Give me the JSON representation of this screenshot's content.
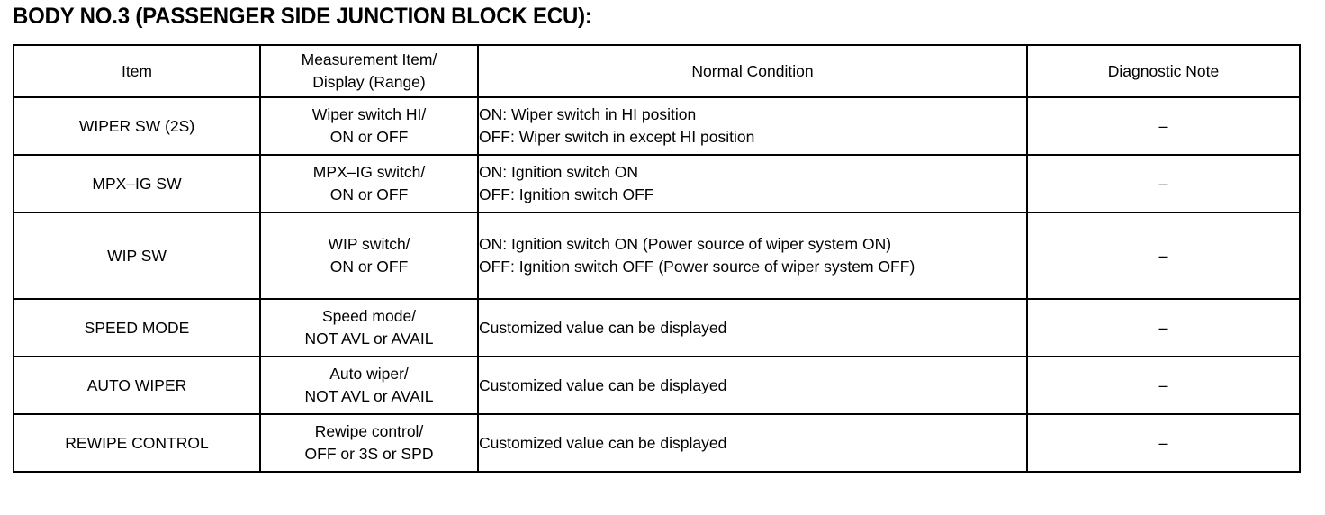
{
  "document": {
    "section_title": "BODY NO.3 (PASSENGER SIDE JUNCTION BLOCK ECU):"
  },
  "table": {
    "headers": {
      "item": "Item",
      "measurement_line1": "Measurement Item/",
      "measurement_line2": "Display (Range)",
      "normal_condition": "Normal Condition",
      "diagnostic_note": "Diagnostic Note"
    },
    "rows": [
      {
        "item": "WIPER SW (2S)",
        "measurement_line1": "Wiper switch HI/",
        "measurement_line2": "ON or OFF",
        "condition_line1": "ON: Wiper switch in HI position",
        "condition_line2": "OFF: Wiper switch in except HI position",
        "condition_line3": "",
        "note": "–"
      },
      {
        "item": "MPX–IG SW",
        "measurement_line1": "MPX–IG switch/",
        "measurement_line2": "ON or OFF",
        "condition_line1": "ON: Ignition switch ON",
        "condition_line2": "OFF: Ignition switch OFF",
        "condition_line3": "",
        "note": "–"
      },
      {
        "item": "WIP SW",
        "measurement_line1": "WIP switch/",
        "measurement_line2": "ON or OFF",
        "condition_line1": "ON: Ignition switch ON (Power source of wiper system ON)",
        "condition_line2": "OFF: Ignition switch OFF (Power source of wiper system OFF)",
        "condition_line3": "",
        "note": "–"
      },
      {
        "item": "SPEED MODE",
        "measurement_line1": "Speed mode/",
        "measurement_line2": "NOT AVL or AVAIL",
        "condition_line1": "Customized value can be displayed",
        "condition_line2": "",
        "condition_line3": "",
        "note": "–"
      },
      {
        "item": "AUTO WIPER",
        "measurement_line1": "Auto wiper/",
        "measurement_line2": "NOT AVL or AVAIL",
        "condition_line1": "Customized value can be displayed",
        "condition_line2": "",
        "condition_line3": "",
        "note": "–"
      },
      {
        "item": "REWIPE CONTROL",
        "measurement_line1": "Rewipe control/",
        "measurement_line2": "OFF or 3S or SPD",
        "condition_line1": "Customized value can be displayed",
        "condition_line2": "",
        "condition_line3": "",
        "note": "–"
      }
    ]
  },
  "colors": {
    "text": "#000000",
    "background": "#ffffff",
    "border": "#000000"
  }
}
